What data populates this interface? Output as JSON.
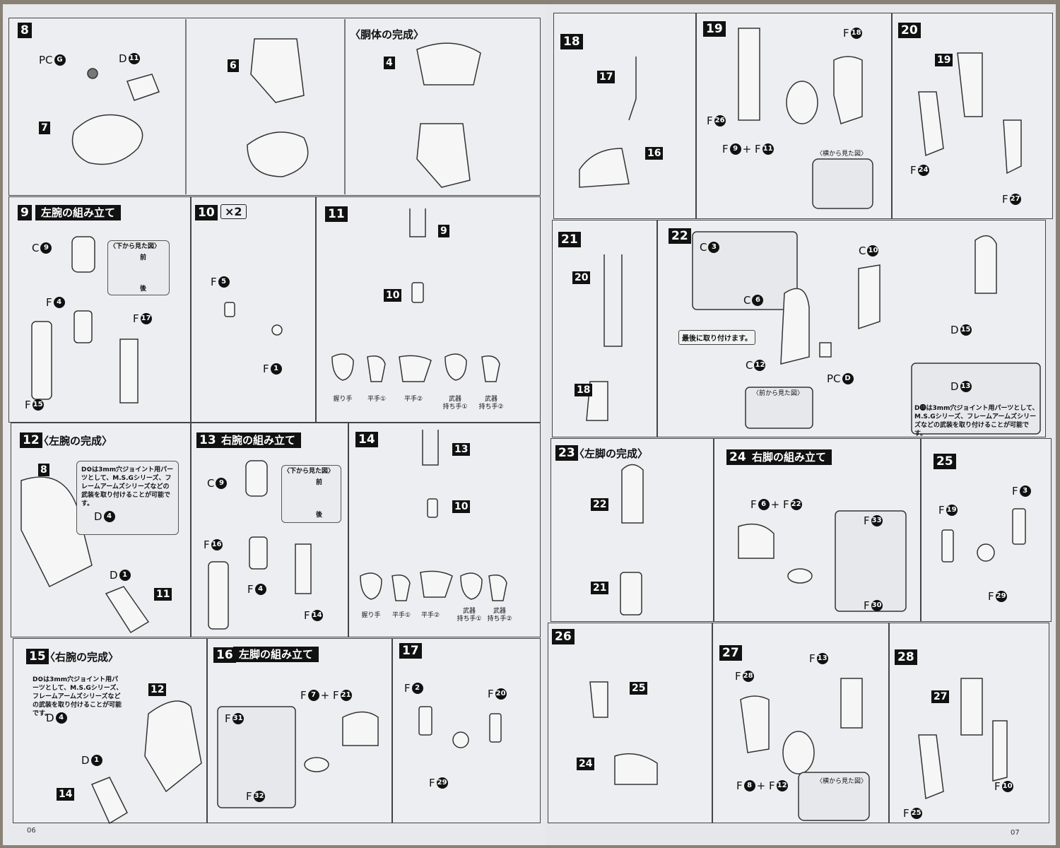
{
  "page_numbers": {
    "left": "06",
    "right": "07"
  },
  "p8": {
    "step": "8",
    "title": "〈胴体の完成〉",
    "boxes": [
      "7",
      "6",
      "4"
    ],
    "pc": {
      "l": "PC",
      "n": "G"
    },
    "d": {
      "l": "D",
      "n": "11"
    }
  },
  "p9": {
    "step": "9",
    "title": "左腕の組み立て",
    "view": "〈下から見た図〉",
    "front": "前",
    "back": "後",
    "codes": [
      {
        "l": "C",
        "n": "9"
      },
      {
        "l": "F",
        "n": "4"
      },
      {
        "l": "F",
        "n": "17"
      },
      {
        "l": "F",
        "n": "15"
      }
    ]
  },
  "p10": {
    "step": "10",
    "mult": "×2",
    "codes": [
      {
        "l": "F",
        "n": "5"
      },
      {
        "l": "F",
        "n": "1"
      }
    ]
  },
  "p11": {
    "step": "11",
    "boxes": [
      "9",
      "10"
    ],
    "hands": [
      "握り手",
      "平手①",
      "平手②",
      "武器\n持ち手①",
      "武器\n持ち手②"
    ]
  },
  "p12": {
    "step": "12",
    "title": "〈左腕の完成〉",
    "boxes": [
      "8",
      "11"
    ],
    "note": "D❹は3mm穴ジョイント用パーツとして、M.S.Gシリーズ、フレームアームズシリーズなどの武装を取り付けることが可能です。",
    "codes": [
      {
        "l": "D",
        "n": "4"
      },
      {
        "l": "D",
        "n": "1"
      }
    ]
  },
  "p13": {
    "step": "13",
    "title": "右腕の組み立て",
    "view": "〈下から見た図〉",
    "front": "前",
    "back": "後",
    "codes": [
      {
        "l": "C",
        "n": "9"
      },
      {
        "l": "F",
        "n": "16"
      },
      {
        "l": "F",
        "n": "4"
      },
      {
        "l": "F",
        "n": "14"
      }
    ]
  },
  "p14": {
    "step": "14",
    "boxes": [
      "13",
      "10"
    ],
    "hands": [
      "握り手",
      "平手①",
      "平手②",
      "武器\n持ち手①",
      "武器\n持ち手②"
    ]
  },
  "p15": {
    "step": "15",
    "title": "〈右腕の完成〉",
    "boxes": [
      "12",
      "14"
    ],
    "note": "D❹は3mm穴ジョイント用パーツとして、M.S.Gシリーズ、フレームアームズシリーズなどの武装を取り付けることが可能です。",
    "codes": [
      {
        "l": "D",
        "n": "4"
      },
      {
        "l": "D",
        "n": "1"
      }
    ]
  },
  "p16": {
    "step": "16",
    "title": "左脚の組み立て",
    "combo": {
      "l": "F",
      "n": "7",
      "l2": "+ F",
      "n2": "21"
    },
    "codes": [
      {
        "l": "F",
        "n": "31"
      },
      {
        "l": "F",
        "n": "32"
      }
    ]
  },
  "p17": {
    "step": "17",
    "codes": [
      {
        "l": "F",
        "n": "2"
      },
      {
        "l": "F",
        "n": "20"
      },
      {
        "l": "F",
        "n": "29"
      }
    ]
  },
  "p18": {
    "step": "18",
    "boxes": [
      "17",
      "16"
    ]
  },
  "p19": {
    "step": "19",
    "view": "〈横から見た図〉",
    "combo": {
      "l": "F",
      "n": "9",
      "l2": "+ F",
      "n2": "11"
    },
    "codes": [
      {
        "l": "F",
        "n": "18"
      },
      {
        "l": "F",
        "n": "26"
      }
    ]
  },
  "p20": {
    "step": "20",
    "boxes": [
      "19"
    ],
    "codes": [
      {
        "l": "F",
        "n": "24"
      },
      {
        "l": "F",
        "n": "27"
      }
    ]
  },
  "p21": {
    "step": "21",
    "boxes": [
      "20",
      "18"
    ]
  },
  "p22": {
    "step": "22",
    "callout": "最後に取り付けます。",
    "view": "〈前から見た図〉",
    "note": "D⓭は3mm穴ジョイント用パーツとして、M.S.Gシリーズ、フレームアームズシリーズなどの武装を取り付けることが可能です。",
    "codes": [
      {
        "l": "C",
        "n": "3"
      },
      {
        "l": "C",
        "n": "6"
      },
      {
        "l": "C",
        "n": "10"
      },
      {
        "l": "C",
        "n": "12"
      },
      {
        "l": "PC",
        "n": "D"
      },
      {
        "l": "D",
        "n": "15"
      },
      {
        "l": "D",
        "n": "13"
      }
    ]
  },
  "p23": {
    "step": "23",
    "title": "〈左脚の完成〉",
    "boxes": [
      "22",
      "21"
    ]
  },
  "p24": {
    "step": "24",
    "title": "右脚の組み立て",
    "combo": {
      "l": "F",
      "n": "6",
      "l2": "+ F",
      "n2": "22"
    },
    "codes": [
      {
        "l": "F",
        "n": "33"
      },
      {
        "l": "F",
        "n": "30"
      }
    ]
  },
  "p25": {
    "step": "25",
    "codes": [
      {
        "l": "F",
        "n": "19"
      },
      {
        "l": "F",
        "n": "3"
      },
      {
        "l": "F",
        "n": "29"
      }
    ]
  },
  "p26": {
    "step": "26",
    "boxes": [
      "25",
      "24"
    ]
  },
  "p27": {
    "step": "27",
    "view": "〈横から見た図〉",
    "combo": {
      "l": "F",
      "n": "8",
      "l2": "+ F",
      "n2": "12"
    },
    "codes": [
      {
        "l": "F",
        "n": "13"
      },
      {
        "l": "F",
        "n": "28"
      }
    ]
  },
  "p28": {
    "step": "28",
    "boxes": [
      "27"
    ],
    "codes": [
      {
        "l": "F",
        "n": "10"
      },
      {
        "l": "F",
        "n": "25"
      }
    ]
  }
}
